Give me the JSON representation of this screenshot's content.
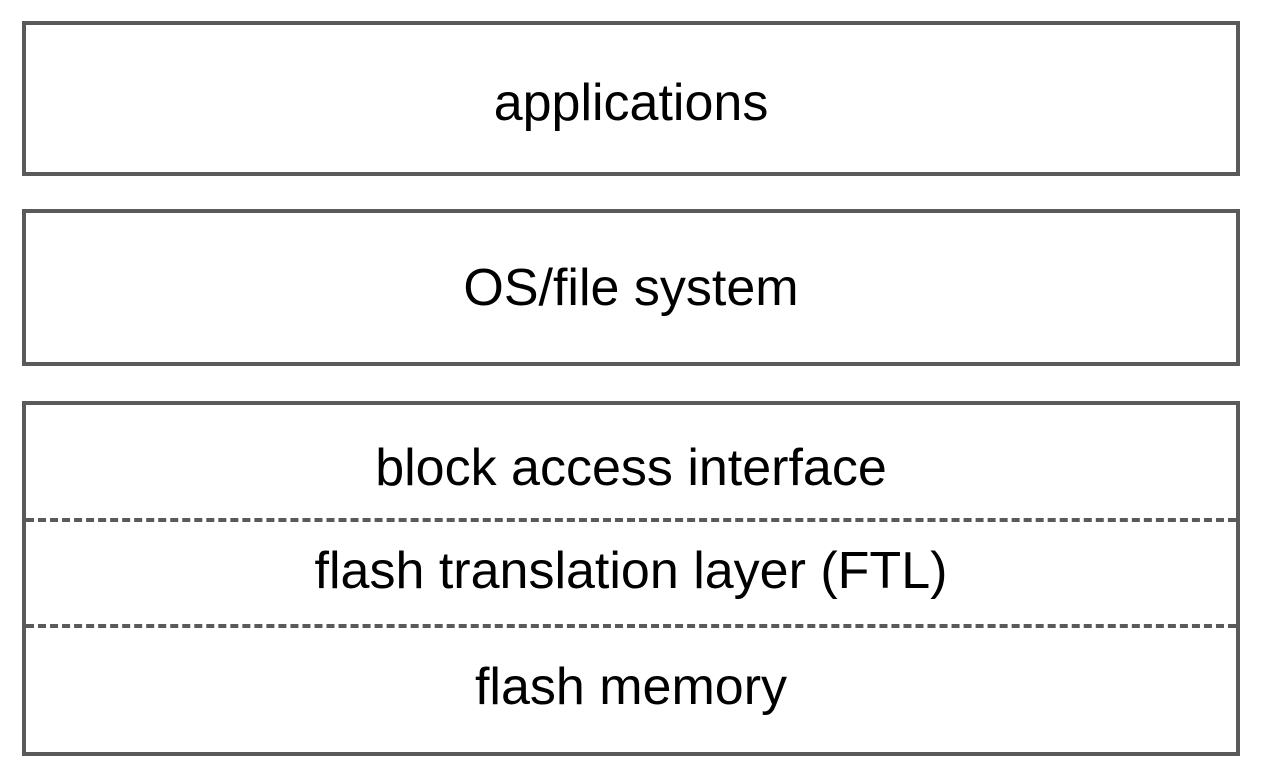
{
  "layers": {
    "applications": "applications",
    "os_file_system": "OS/file system",
    "device": {
      "block_access_interface": "block access interface",
      "flash_translation_layer": "flash translation layer (FTL)",
      "flash_memory": "flash memory"
    }
  },
  "colors": {
    "border": "#5a5a5a",
    "text": "#000000",
    "background": "#ffffff"
  }
}
